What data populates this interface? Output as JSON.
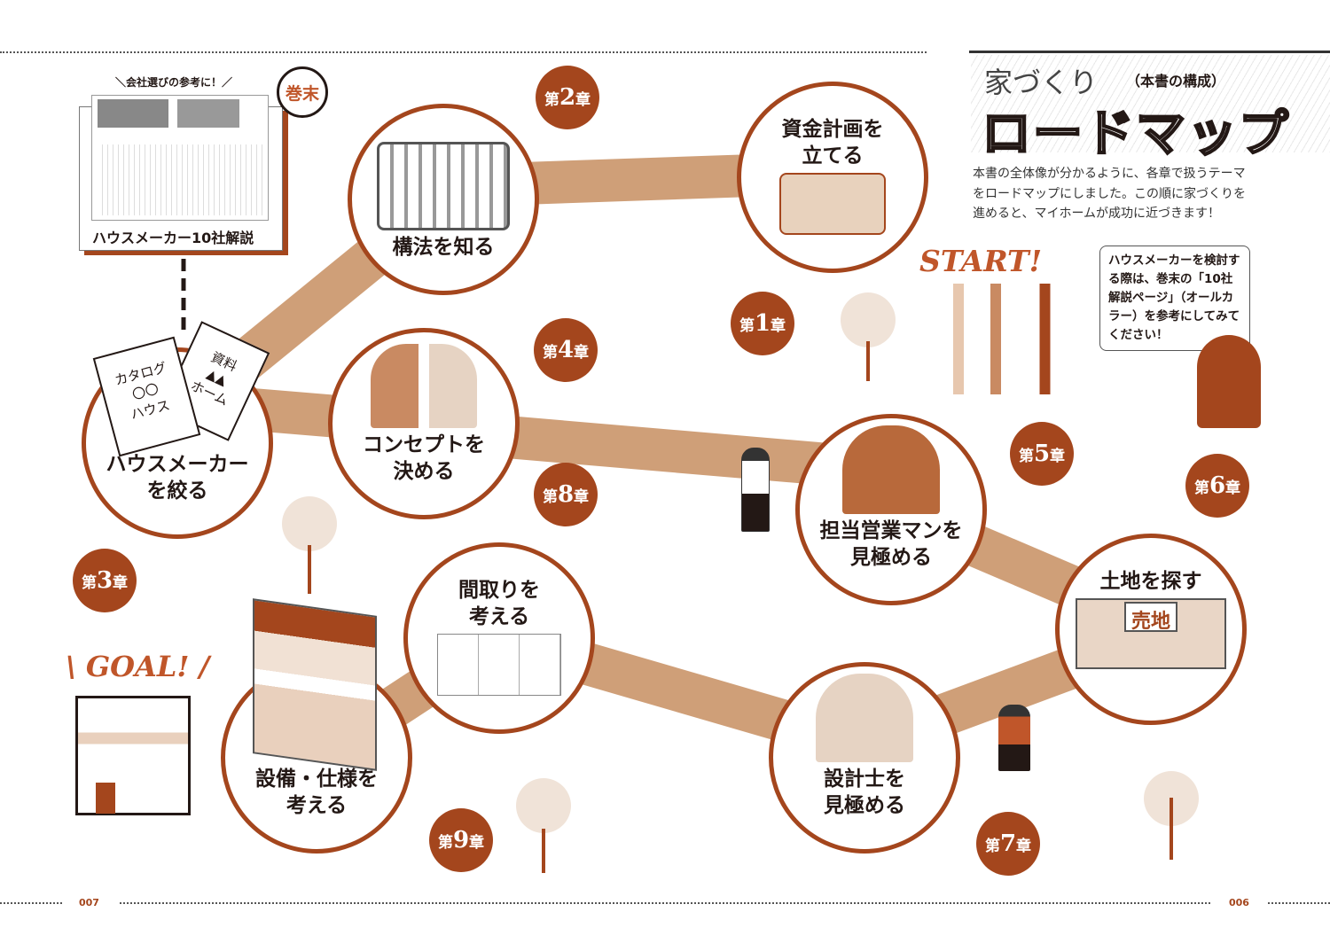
{
  "title": {
    "small": "家づくり",
    "sub": "（本書の構成）",
    "main": "ロードマップ"
  },
  "intro": "本書の全体像が分かるように、各章で扱うテーマをロードマップにしました。この順に家づくりを進めると、マイホームが成功に近づきます！",
  "speech": "ハウスメーカーを検討する際は、巻末の「10社解説ページ」（オールカラー）を参考にしてみてください！",
  "start": "START!",
  "goal": "\\ GOAL! /",
  "appendix": {
    "caption": "＼会社選びの参考に！／",
    "badge": "巻末",
    "title": "ハウスメーカー10社解説"
  },
  "catalogs": {
    "a": "カタログ\n〇〇\nハウス",
    "b": "資料\n▲▲\nホーム"
  },
  "land_sign": "売地",
  "nodes": [
    {
      "label": "資金計画を\n立てる",
      "chapter": "1"
    },
    {
      "label": "構法を知る",
      "chapter": "2"
    },
    {
      "label": "ハウスメーカー\nを絞る",
      "chapter": "3"
    },
    {
      "label": "コンセプトを\n決める",
      "chapter": "4"
    },
    {
      "label": "担当営業マンを\n見極める",
      "chapter": "5"
    },
    {
      "label": "土地を探す",
      "chapter": "6"
    },
    {
      "label": "設計士を\n見極める",
      "chapter": "7"
    },
    {
      "label": "間取りを\n考える",
      "chapter": "8"
    },
    {
      "label": "設備・仕様を\n考える",
      "chapter": "9"
    }
  ],
  "chapter_prefix": "第",
  "chapter_suffix": "章",
  "page_left": "007",
  "page_right": "006",
  "colors": {
    "accent": "#a4461d",
    "road": "#cf9f78"
  }
}
